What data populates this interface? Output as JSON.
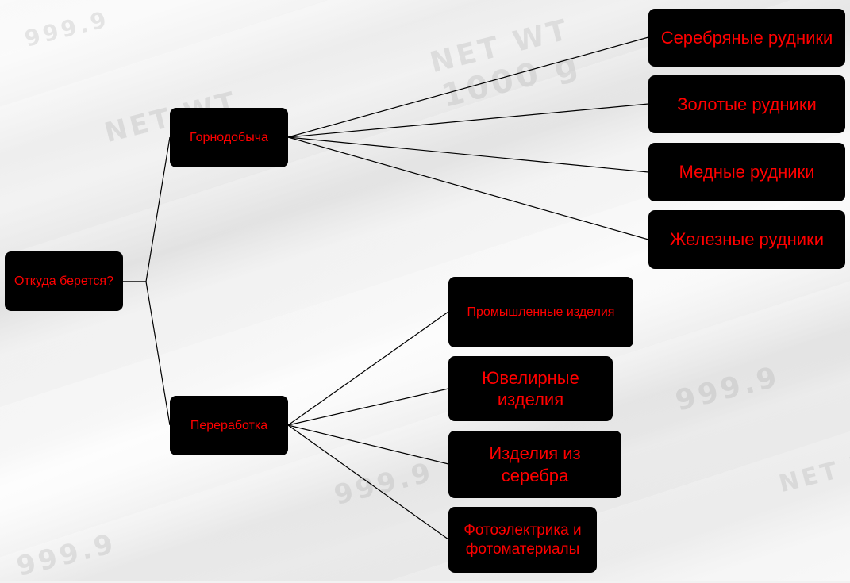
{
  "background": {
    "watermarks": [
      "NET WT",
      "1000 g",
      "NET WT",
      "999.9",
      "999.9",
      "999.9",
      "NET WT",
      "999.9"
    ]
  },
  "diagram": {
    "root": "Откуда берется?",
    "branches": [
      {
        "label": "Горнодобыча",
        "children": [
          "Серебряные рудники",
          "Золотые рудники",
          "Медные рудники",
          "Железные рудники"
        ]
      },
      {
        "label": "Переработка",
        "children": [
          "Промышленные изделия",
          "Ювелирные изделия",
          "Изделия из серебра",
          "Фотоэлектрика и фотоматериалы"
        ]
      }
    ]
  },
  "colors": {
    "node_background": "#000000",
    "node_text": "#ff0000",
    "connector": "#000000"
  }
}
